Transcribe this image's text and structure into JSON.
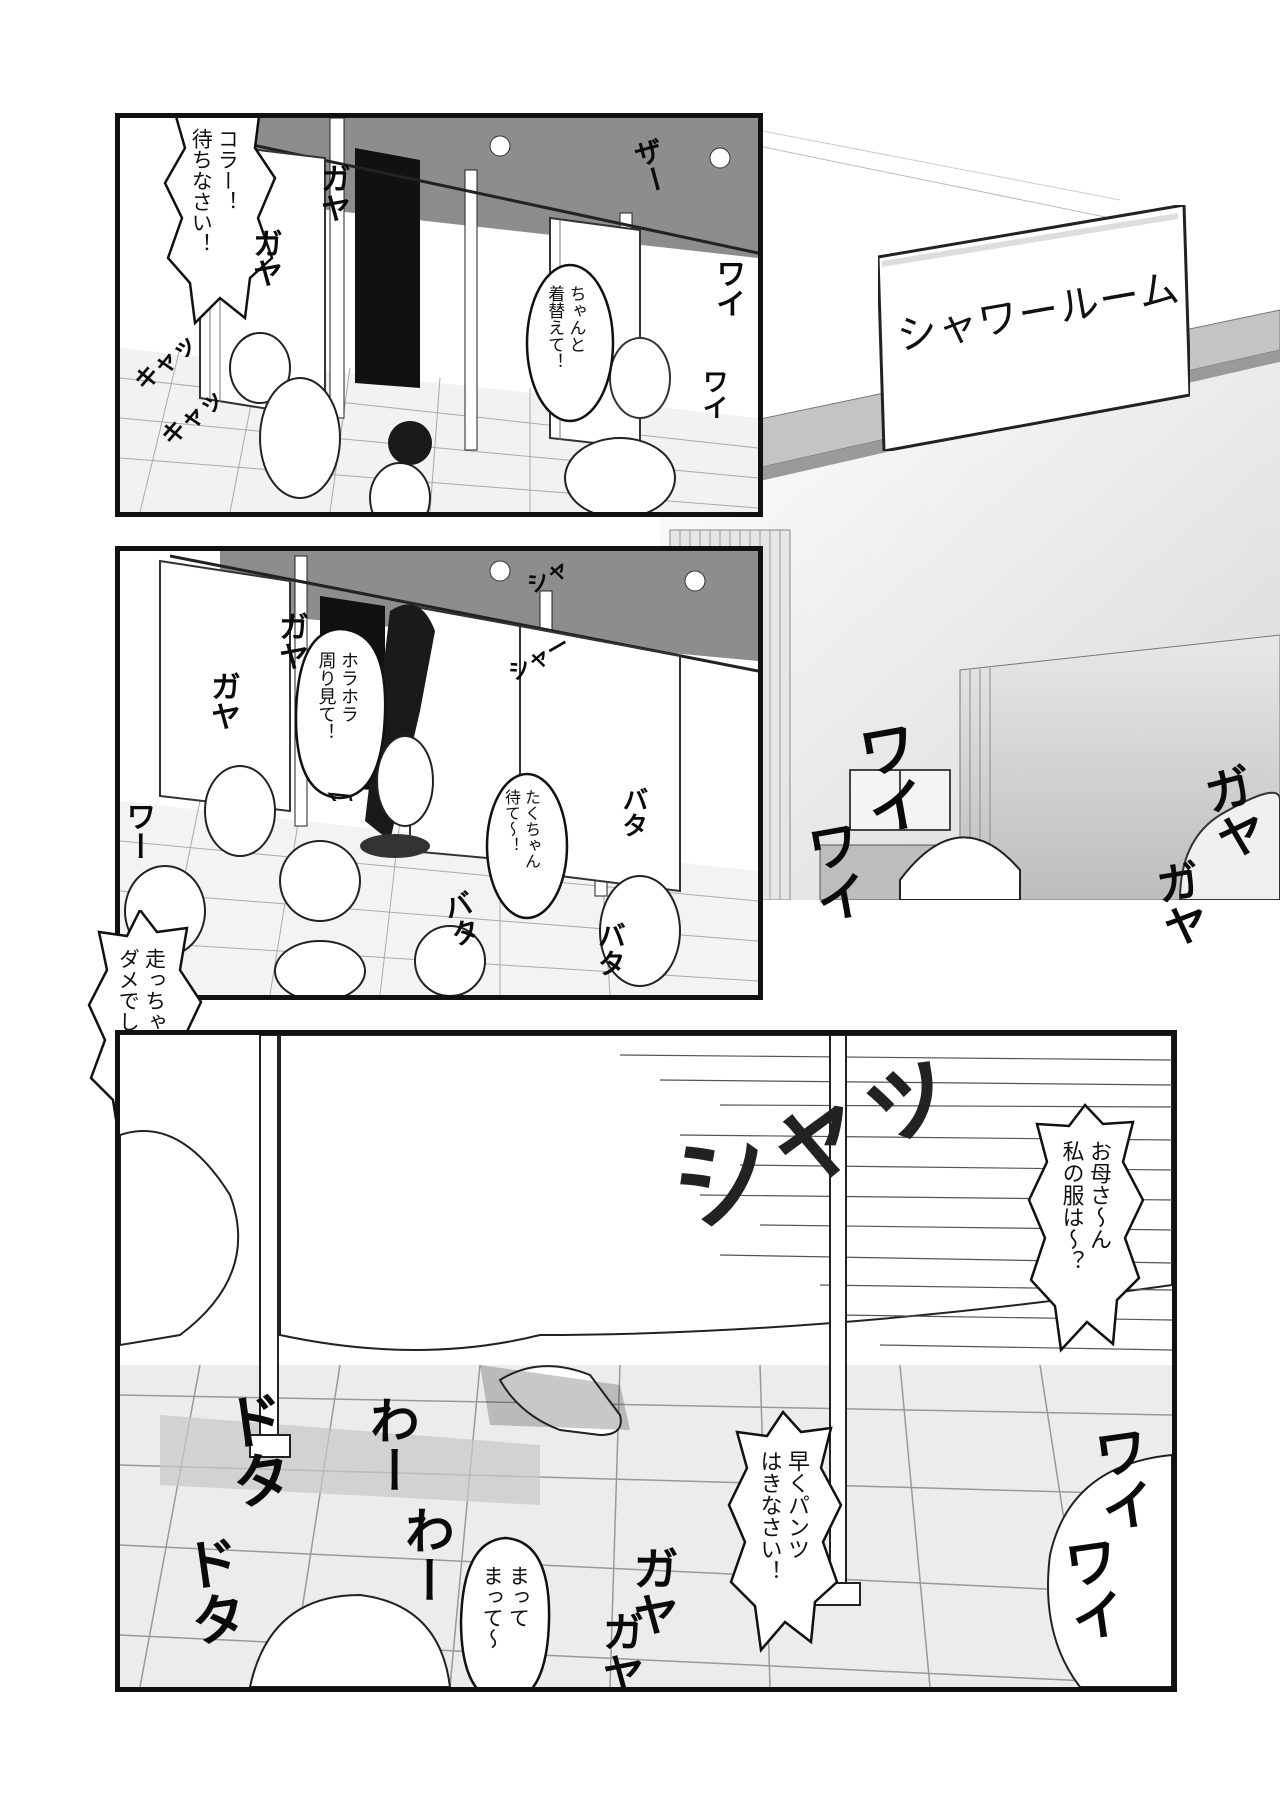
{
  "sign": {
    "text": "シャワールーム"
  },
  "panel1": {
    "bubbles": [
      "コラー！\n待ちなさい！",
      "ちゃんと\n着替えて！"
    ],
    "sfx": [
      "ザー",
      "ガヤ",
      "ガヤ",
      "キャッ",
      "キャッ",
      "ワイ",
      "ワイ"
    ]
  },
  "panel2": {
    "bubbles": [
      "ホラホラ\n周り見て！",
      "たくちゃん\n待て〜！"
    ],
    "sfx": [
      "シャ",
      "シャー",
      "ガヤ",
      "ガヤ",
      "ワー",
      "バタ",
      "バタ",
      "バタ"
    ]
  },
  "outside": {
    "bubbles": [
      "走っちゃ\nダメでしょ！"
    ],
    "sfx": [
      "ワイ",
      "ワイ",
      "ガヤ",
      "ガヤ"
    ]
  },
  "panel3": {
    "bubbles": [
      "お母さ〜ん\n私の服は〜？",
      "早くパンツ\nはきなさい！",
      "まって\nまって〜"
    ],
    "sfx": [
      "シャッ",
      "ドタ",
      "ドタ",
      "わー",
      "わー",
      "ガヤ",
      "ガヤ",
      "ワイ",
      "ワイ"
    ]
  }
}
